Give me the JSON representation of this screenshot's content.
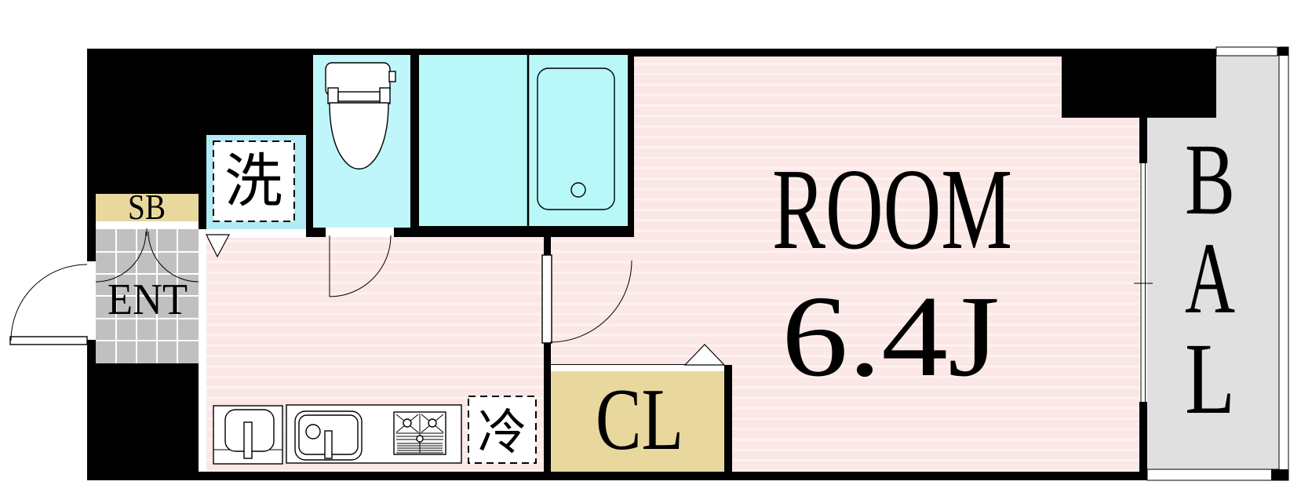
{
  "floorplan": {
    "room_label": "ROOM",
    "room_size": "6.4J",
    "entrance_label": "ENT",
    "shoe_box_label": "SB",
    "washer_label": "洗",
    "refrigerator_label": "冷",
    "closet_label": "CL",
    "balcony_label": "BAL",
    "balcony_letters": [
      "B",
      "A",
      "L"
    ],
    "colors": {
      "wall": "#000000",
      "floor_pink": "#FBE7E5",
      "floor_pink_stripe": "#FDF2F0",
      "washer_cyan": "#B2EBF5",
      "toilet_cyan": "#BEF6FB",
      "bath_cyan": "#B9F8F8",
      "tile_gray": "#C0C0C0",
      "balcony_gray": "#E0E0E0",
      "storage_tan": "#E8D89E",
      "white": "#FFFFFF"
    }
  }
}
